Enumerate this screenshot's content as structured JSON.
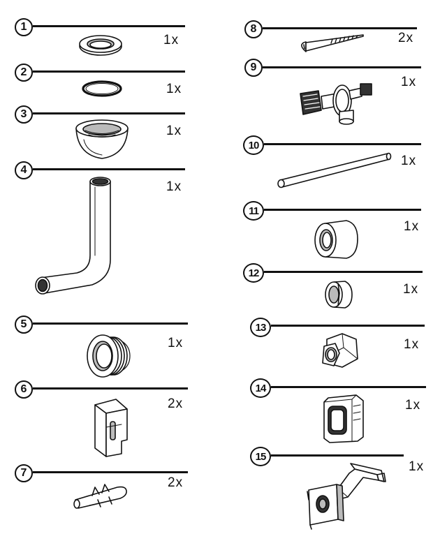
{
  "parts": [
    {
      "id": "p1",
      "number": "1",
      "quantity": "1x",
      "item": "ring"
    },
    {
      "id": "p2",
      "number": "2",
      "quantity": "1x",
      "item": "o-ring"
    },
    {
      "id": "p3",
      "number": "3",
      "quantity": "1x",
      "item": "threaded-cup"
    },
    {
      "id": "p4",
      "number": "4",
      "quantity": "1x",
      "item": "bent-pipe"
    },
    {
      "id": "p5",
      "number": "5",
      "quantity": "1x",
      "item": "ribbed-seal"
    },
    {
      "id": "p6",
      "number": "6",
      "quantity": "2x",
      "item": "wall-clip"
    },
    {
      "id": "p7",
      "number": "7",
      "quantity": "2x",
      "item": "wall-plug"
    },
    {
      "id": "p8",
      "number": "8",
      "quantity": "2x",
      "item": "screw"
    },
    {
      "id": "p9",
      "number": "9",
      "quantity": "1x",
      "item": "angle-valve"
    },
    {
      "id": "p10",
      "number": "10",
      "quantity": "1x",
      "item": "straight-rod"
    },
    {
      "id": "p11",
      "number": "11",
      "quantity": "1x",
      "item": "sleeve"
    },
    {
      "id": "p12",
      "number": "12",
      "quantity": "1x",
      "item": "split-ring"
    },
    {
      "id": "p13",
      "number": "13",
      "quantity": "1x",
      "item": "hex-nut"
    },
    {
      "id": "p14",
      "number": "14",
      "quantity": "1x",
      "item": "mounting-plate"
    },
    {
      "id": "p15",
      "number": "15",
      "quantity": "1x",
      "item": "bracket"
    }
  ]
}
